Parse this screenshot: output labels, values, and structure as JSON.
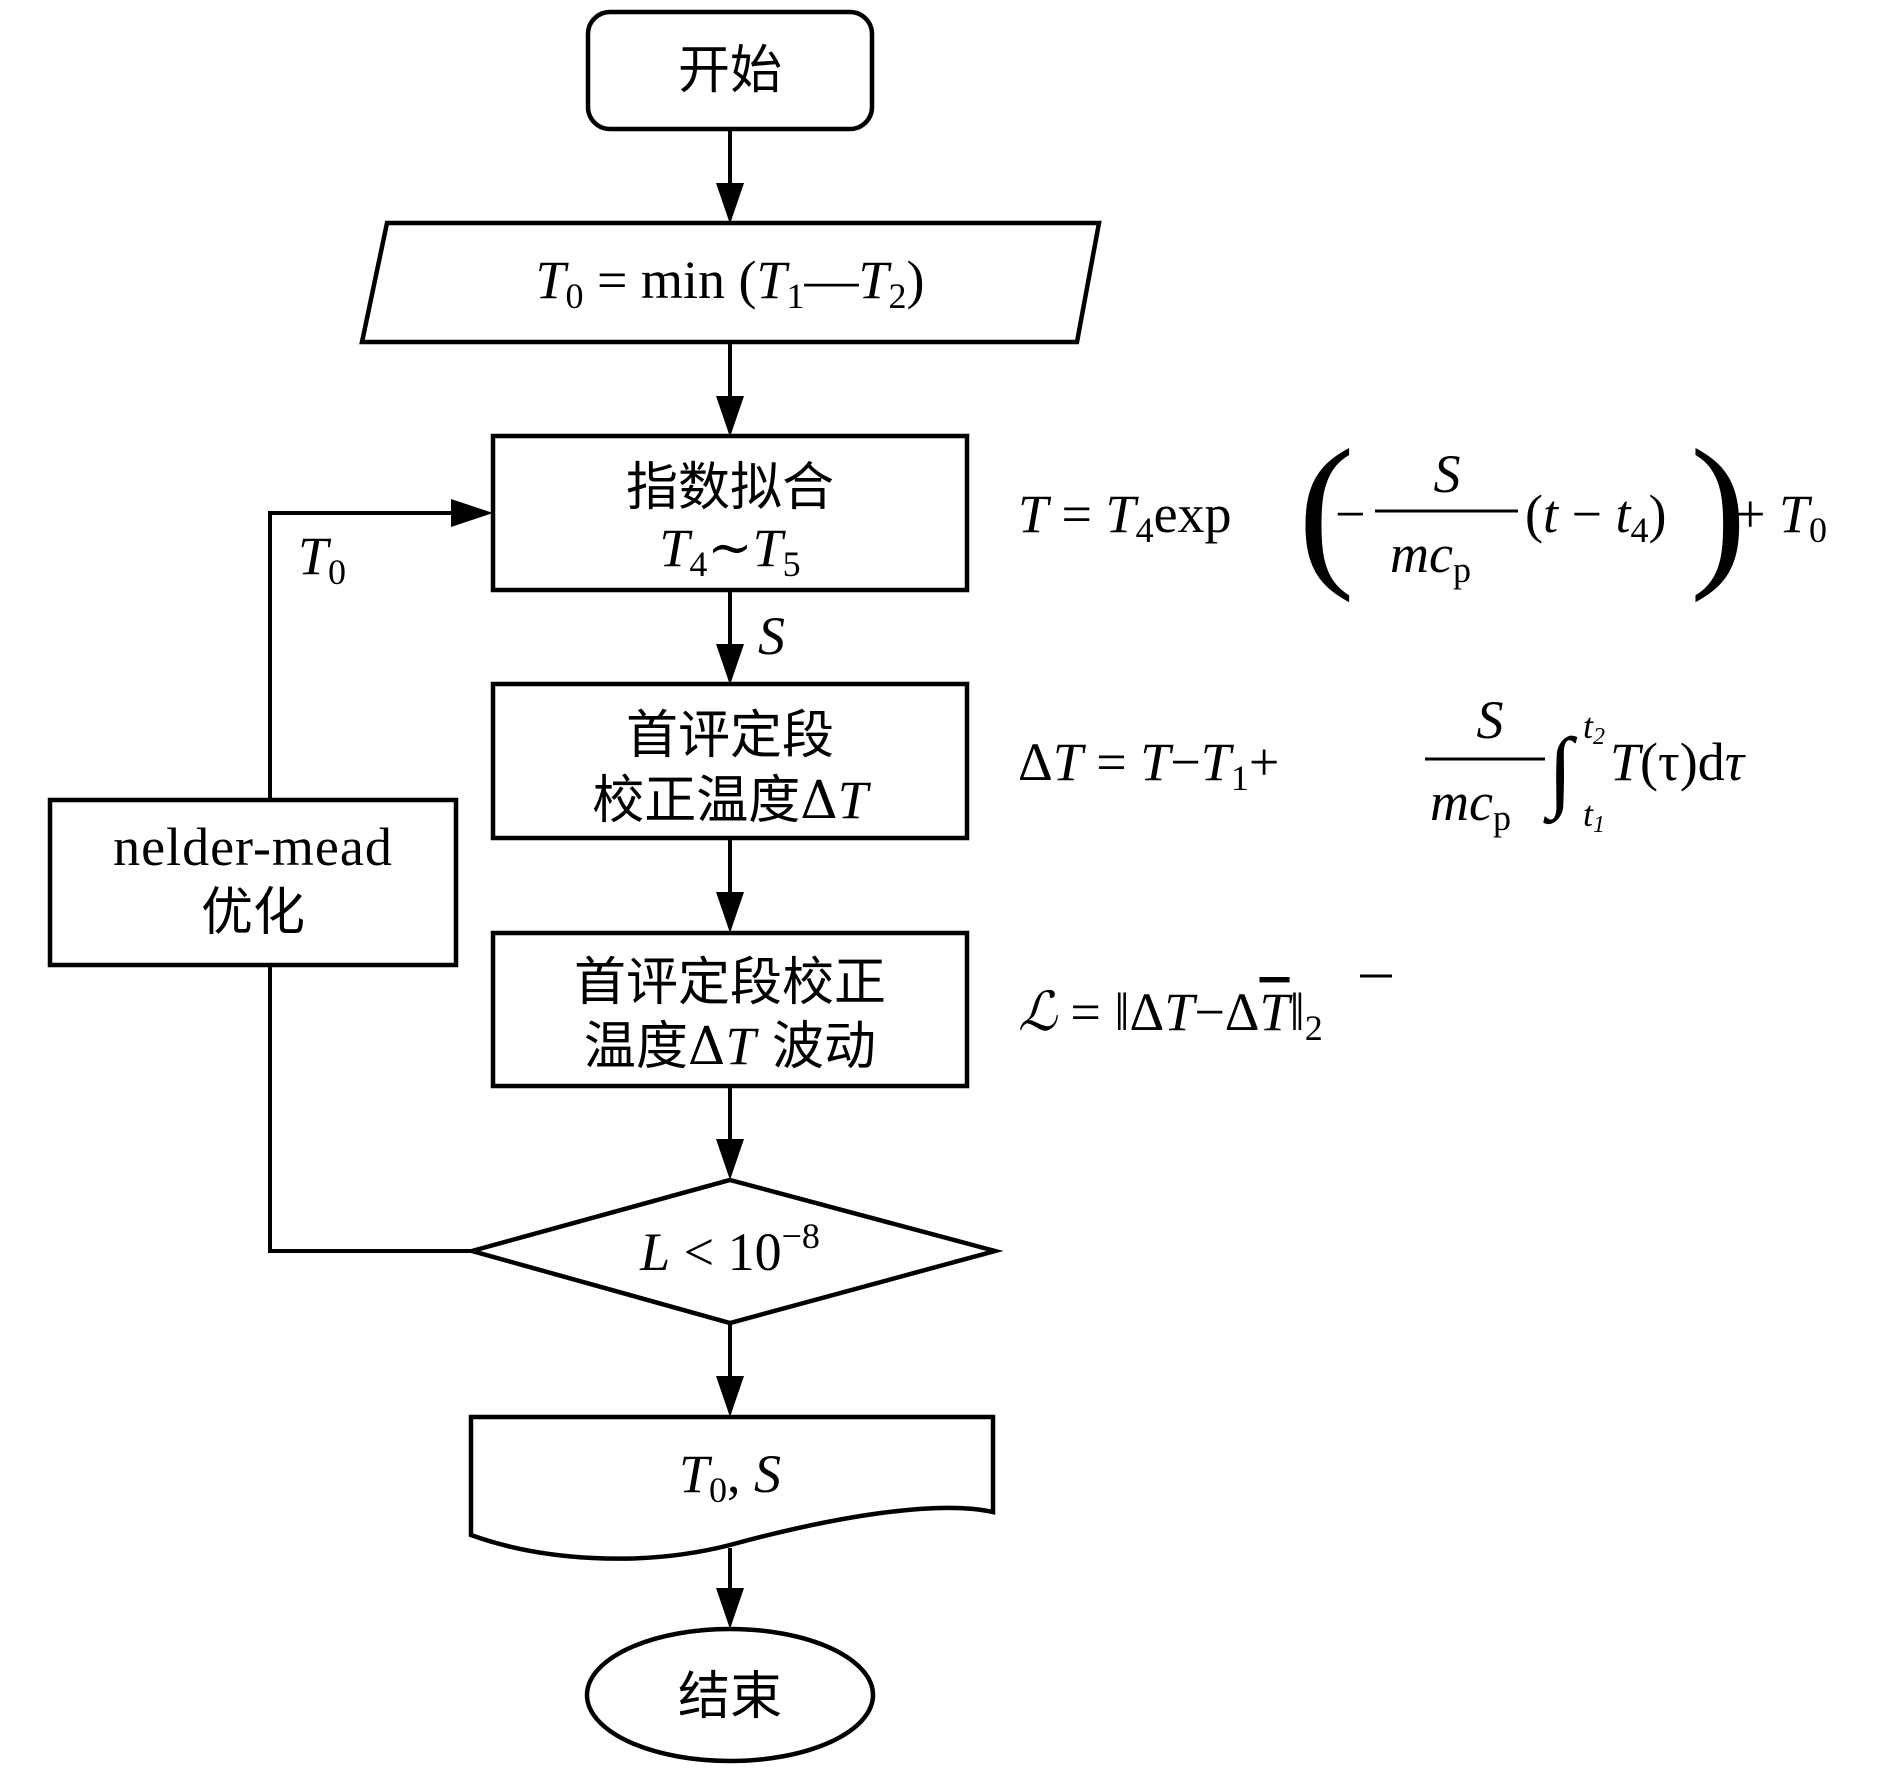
{
  "diagram": {
    "type": "flowchart",
    "nodes": {
      "start": {
        "shape": "terminal",
        "label": "开始"
      },
      "init": {
        "shape": "input-output",
        "label_T": "T",
        "label_T_sub": "0",
        "label_eq": " = min (",
        "label_T1": "T",
        "label_T1_sub": "1",
        "label_dash": "—",
        "label_T2": "T",
        "label_T2_sub": "2",
        "label_close": ")"
      },
      "fit": {
        "shape": "process",
        "line1": "指数拟合",
        "line2_T": "T",
        "line2_sub4": "4",
        "line2_tilde": "∼",
        "line2_T5": "T",
        "line2_sub5": "5"
      },
      "correct": {
        "shape": "process",
        "line1": "首评定段",
        "line2_text": "校正温度Δ",
        "line2_T": "T"
      },
      "fluct": {
        "shape": "process",
        "line1": "首评定段校正",
        "line2_text": "温度Δ",
        "line2_T": "T",
        "line2_tail": " 波动"
      },
      "decision": {
        "shape": "decision",
        "L": "L",
        "lt": " < 10",
        "exp": "−8"
      },
      "optimizer": {
        "shape": "process",
        "line1": "nelder-mead",
        "line2": "优化"
      },
      "output": {
        "shape": "document",
        "T": "T",
        "sub": "0",
        "sep": ",  ",
        "S": "S"
      },
      "end": {
        "shape": "terminal-ellipse",
        "label": "结束"
      }
    },
    "edge_labels": {
      "fit_to_correct": "S",
      "loop_back": {
        "T": "T",
        "sub": "0"
      }
    },
    "formulas": {
      "fit": {
        "lhs": "T",
        "eq": " = ",
        "T4": "T",
        "T4sub": "4",
        "exp": "exp",
        "minus": "−",
        "num": "S",
        "den_m": "mc",
        "den_sub": "p",
        "paren_open": "(",
        "t": "t",
        "t_minus": " − ",
        "t4": "t",
        "t4sub": "4",
        "paren_close": ")",
        "plus": " + ",
        "T0": "T",
        "T0sub": "0"
      },
      "correct": {
        "delta": "Δ",
        "T": "T",
        "eq": " = ",
        "rhs_T": "T",
        "minus": "−",
        "T1": "T",
        "T1sub": "1",
        "plus": "+",
        "num": "S",
        "den_m": "mc",
        "den_sub": "p",
        "integral": "∫",
        "upper": "t",
        "upper_sub": "2",
        "lower": "t",
        "lower_sub": "1",
        "integrand_T": "T",
        "integrand_arg": "(τ)",
        "d": "d",
        "tau": "τ"
      },
      "loss": {
        "lhs": "ℒ",
        "eq": " = ",
        "norm_open": "‖",
        "delta1": "Δ",
        "T1": "T",
        "minus": "−",
        "delta2": "Δ",
        "T2": "T",
        "norm_close": "‖",
        "sub": "2"
      }
    },
    "colors": {
      "stroke": "#000000",
      "fill": "#ffffff"
    }
  }
}
